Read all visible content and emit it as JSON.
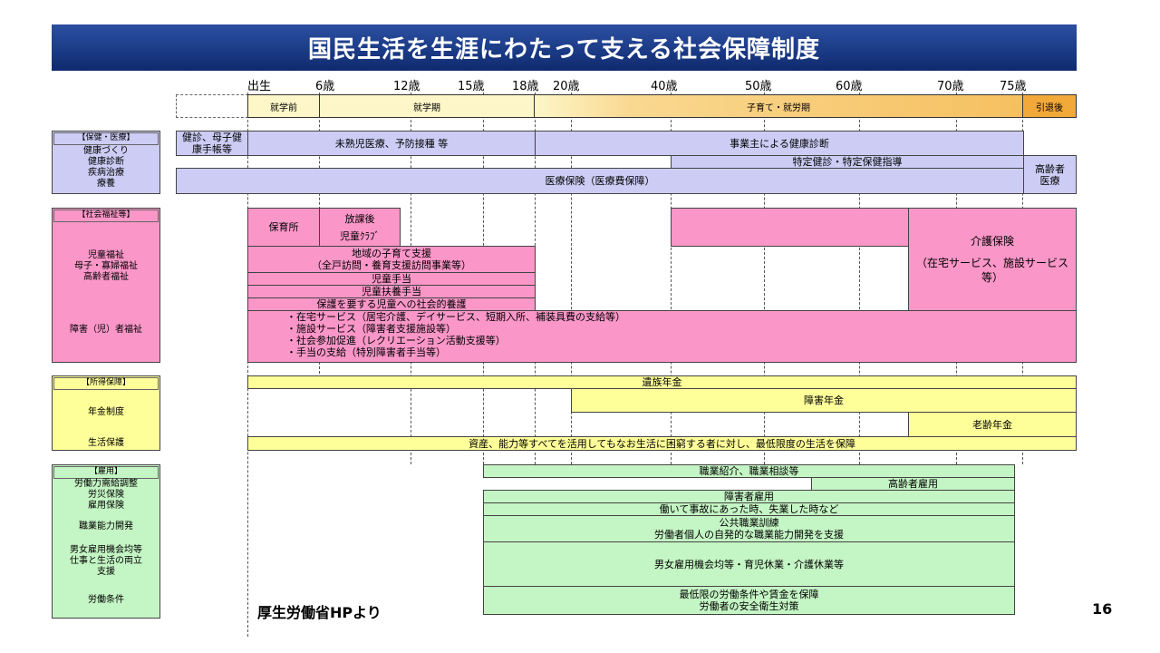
{
  "title": "国民生活を生涯にわたって支える社会保障制度",
  "ages": [
    "出生",
    "6歳",
    "12歳",
    "15歳",
    "18歳",
    "20歳",
    "40歳",
    "50歳",
    "60歳",
    "70歳",
    "75歳"
  ],
  "life_stages": {
    "preschool": "就学前",
    "school": "就学期",
    "working": "子育て・就労期",
    "retired": "引退後"
  },
  "categories": {
    "health": {
      "header": "【保健・医療】",
      "items": [
        "健康づくり",
        "健康診断",
        "疾病治療",
        "療養"
      ]
    },
    "welfare": {
      "header": "【社会福祉等】",
      "items": [
        "児童福祉",
        "母子・寡婦福祉",
        "高齢者福祉"
      ],
      "disability": "障害（児）者福祉"
    },
    "income": {
      "header": "【所得保障】",
      "pension": "年金制度",
      "livelihood": "生活保護"
    },
    "employment": {
      "header": "【雇用】",
      "items": [
        "労働力需給調整",
        "労災保険",
        "雇用保険"
      ],
      "skills": "職業能力開発",
      "equal": [
        "男女雇用機会均等",
        "仕事と生活の両立",
        "支援"
      ],
      "labor": "労働条件"
    }
  },
  "health_bars": {
    "infant_checkup": [
      "健診、母子健",
      "康手帳等"
    ],
    "premature": "未熟児医療、予防接種 等",
    "employer_checkup": "事業主による健康診断",
    "specific_checkup": "特定健診・特定保健指導",
    "medical_insurance": "医療保険（医療費保障）",
    "elderly_medical": [
      "高齢者",
      "医療"
    ]
  },
  "welfare_bars": {
    "nursery": "保育所",
    "after_school": [
      "放課後",
      "児童ｸﾗﾌﾞ"
    ],
    "local_support": [
      "地域の子育て支援",
      "（全戸訪問・養育支援訪問事業等）"
    ],
    "child_allowance": "児童手当",
    "child_rearing": "児童扶養手当",
    "social_care": "保護を要する児童への社会的養護",
    "care_insurance": [
      "介護保険",
      "（在宅サービス、施設サービス",
      "等）"
    ],
    "disability_items": [
      "・在宅サービス（居宅介護、デイサービス、短期入所、補装具費の支給等）",
      "・施設サービス（障害者支援施設等）",
      "・社会参加促進（レクリエーション活動支援等）",
      "・手当の支給（特別障害者手当等）"
    ]
  },
  "income_bars": {
    "survivor": "遺族年金",
    "disability": "障害年金",
    "old_age": "老齢年金",
    "public_assistance": "資産、能力等すべてを活用してもなお生活に困窮する者に対し、最低限度の生活を保障"
  },
  "employment_bars": {
    "placement": "職業紹介、職業相談等",
    "elderly": "高齢者雇用",
    "disabled": "障害者雇用",
    "accident": "働いて事故にあった時、失業した時など",
    "training": [
      "公共職業訓練",
      "労働者個人の自発的な職業能力開発を支援"
    ],
    "equal": "男女雇用機会均等・育児休業・介護休業等",
    "conditions": [
      "最低限の労働条件や賃金を保障",
      "労働者の安全衛生対策"
    ]
  },
  "source": "厚生労働省HPより",
  "page_number": "16"
}
